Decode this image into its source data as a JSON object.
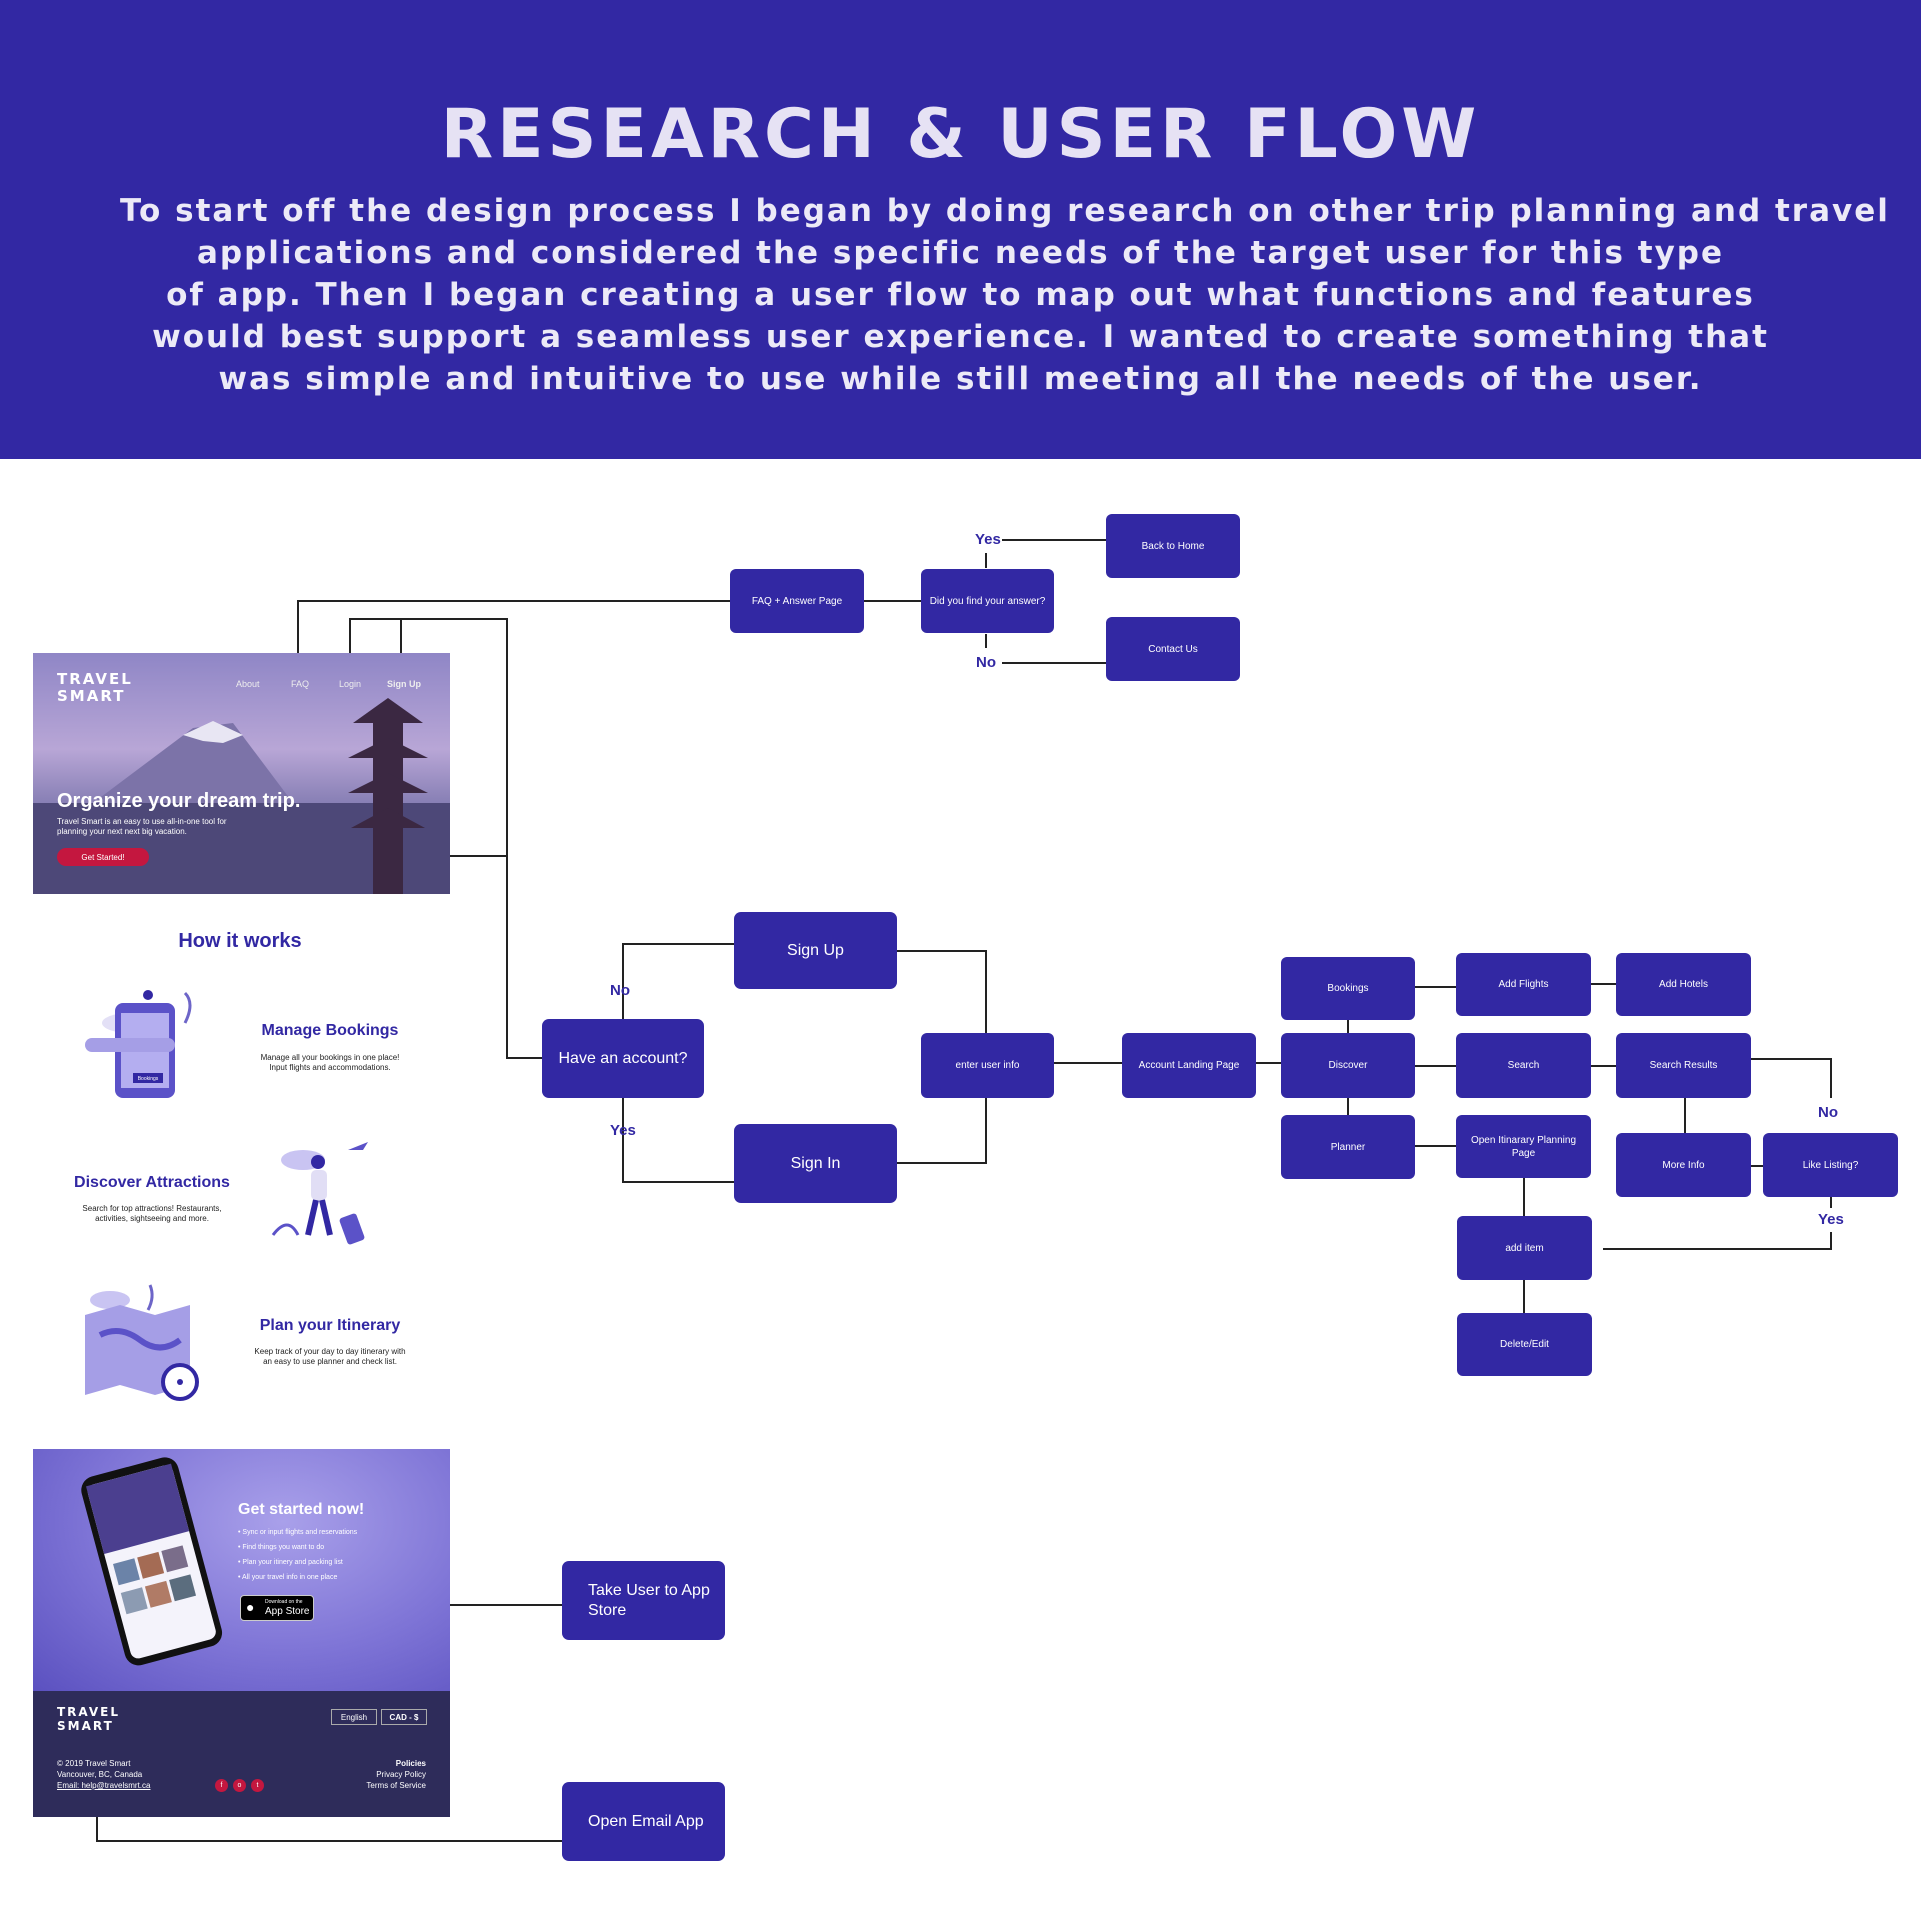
{
  "header": {
    "title": "RESEARCH & USER FLOW",
    "intro_lines": [
      "To start off the design process I began by doing research on other trip planning and travel",
      "applications and considered the specific needs of the target user for this type",
      "of app. Then I began creating a user flow to map out what functions and features",
      "would best support a seamless  user experience. I wanted to create something that",
      "was simple and intuitive to use while still meeting all the needs of the user."
    ]
  },
  "flow": {
    "nodes": {
      "faq": "FAQ + Answer Page",
      "found_answer": "Did you find your answer?",
      "back_home": "Back to Home",
      "contact_us": "Contact Us",
      "sign_up": "Sign Up",
      "have_account": "Have an account?",
      "sign_in": "Sign In",
      "enter_info": "enter user info",
      "landing": "Account Landing Page",
      "bookings": "Bookings",
      "discover": "Discover",
      "planner": "Planner",
      "add_flights": "Add Flights",
      "add_hotels": "Add Hotels",
      "search": "Search",
      "search_results": "Search Results",
      "open_itinerary": "Open Itinarary Planning Page",
      "more_info": "More Info",
      "like_listing": "Like Listing?",
      "add_item": "add item",
      "delete_edit": "Delete/Edit",
      "app_store": "Take User to App Store",
      "email_app": "Open Email App"
    },
    "labels": {
      "faq_yes": "Yes",
      "faq_no": "No",
      "account_no": "No",
      "account_yes": "Yes",
      "listing_no": "No",
      "listing_yes": "Yes"
    }
  },
  "hero": {
    "logo_line1": "TRAVEL",
    "logo_line2": "SMART",
    "nav": [
      "About",
      "FAQ",
      "Login",
      "Sign Up"
    ],
    "headline": "Organize your dream trip.",
    "body": "Travel Smart is an easy to use all-in-one tool for planning your next next big vacation.",
    "button": "Get Started!"
  },
  "how": {
    "title": "How it works",
    "features": [
      {
        "title": "Manage Bookings",
        "text": "Manage all your bookings in one place! Input flights and accommodations."
      },
      {
        "title": "Discover Attractions",
        "text": "Search for top attractions! Restaurants, activities, sightseeing and more."
      },
      {
        "title": "Plan your Itinerary",
        "text": "Keep track of your day to day itinerary with an easy to use planner and check list."
      }
    ],
    "phone_button": "Bookings"
  },
  "cta": {
    "title": "Get started now!",
    "items": [
      "• Sync or input flights and reservations",
      "• Find things you want to do",
      "• Plan your itinery and packing list",
      "• All your travel info in one place"
    ],
    "store_small": "Download on the",
    "store_big": "App Store"
  },
  "footer": {
    "logo_line1": "TRAVEL",
    "logo_line2": "SMART",
    "language": "English",
    "currency": "CAD - $",
    "copyright": "© 2019 Travel Smart",
    "location": "Vancouver, BC, Canada",
    "email": "Email: help@travelsmrt.ca",
    "policies_title": "Policies",
    "privacy": "Privacy Policy",
    "terms": "Terms of Service",
    "social": [
      "f",
      "o",
      "t"
    ]
  },
  "colors": {
    "brand": "#3228a3",
    "accent": "#c4173f",
    "footer": "#2e2c5a"
  }
}
